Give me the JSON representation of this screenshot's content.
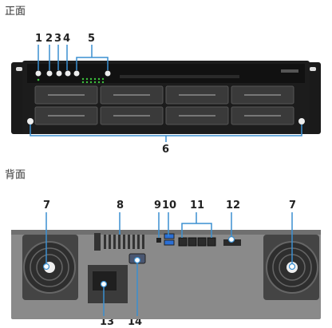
{
  "sections": {
    "front_title": "正面",
    "back_title": "背面"
  },
  "front_callouts": {
    "c1": "1",
    "c2": "2",
    "c3": "3",
    "c4": "4",
    "c5": "5",
    "c6": "6"
  },
  "back_callouts": {
    "c7_left": "7",
    "c8": "8",
    "c9": "9",
    "c10": "10",
    "c11": "11",
    "c12": "12",
    "c7_right": "7",
    "c13": "13",
    "c14": "14"
  },
  "colors": {
    "accent": "#3a8fd0",
    "chassis": "#1c1c1c",
    "bay": "#3a3a3a",
    "led": "#3ec43e",
    "back_panel": "#8a8a8a"
  },
  "icons": {
    "fan": "fan-icon",
    "usb": "usb-port-icon",
    "lan": "rj45-port-icon"
  }
}
